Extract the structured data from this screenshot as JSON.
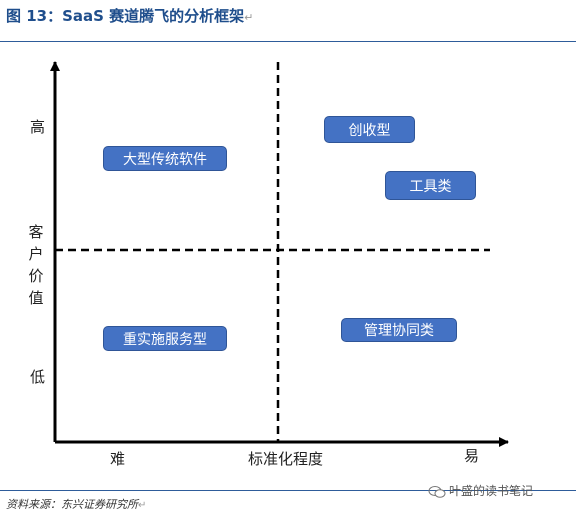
{
  "figure": {
    "title": "图 13：SaaS 赛道腾飞的分析框架",
    "return_mark": "↵"
  },
  "axes": {
    "y_title": "客户价值",
    "y_high": "高",
    "y_low": "低",
    "x_low": "难",
    "x_title": "标准化程度",
    "x_high": "易"
  },
  "quadrants": {
    "top_left": [
      "大型传统软件"
    ],
    "top_right": [
      "创收型",
      "工具类"
    ],
    "bottom_left": [
      "重实施服务型"
    ],
    "bottom_right": [
      "管理协同类"
    ]
  },
  "source": {
    "text": "资料来源：东兴证券研究所",
    "return_mark": "↵"
  },
  "watermark": {
    "text": "叶盛的读书笔记",
    "icon": "wechat-icon"
  },
  "colors": {
    "box_fill": "#4472c4",
    "title": "#1f4e8c",
    "axis": "#000000"
  }
}
